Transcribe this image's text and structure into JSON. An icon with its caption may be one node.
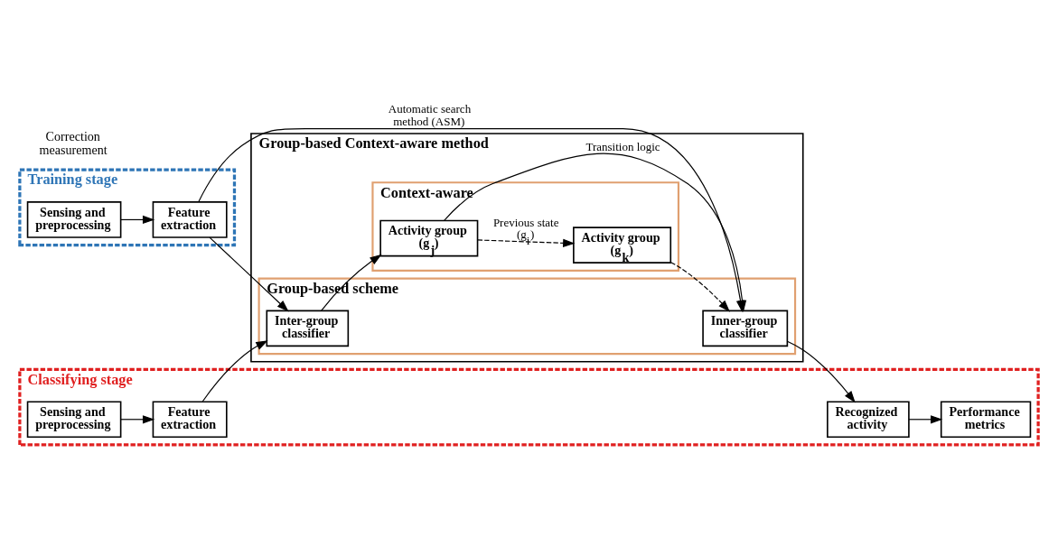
{
  "diagram": {
    "nodes": [
      {
        "text": [
          "Training stage"
        ]
      },
      {
        "text": [
          "Sensing and preprocessing"
        ],
        "in": 0
      },
      {
        "text": [
          "Feature extraction"
        ],
        "in": 0
      },
      {
        "text": [
          "Classifying stage"
        ]
      },
      {
        "text": [
          "Sensing and preprocessing"
        ],
        "in": 3
      },
      {
        "text": [
          "Feature extraction"
        ],
        "in": 3
      },
      {
        "text": [
          "Recognized activity"
        ],
        "in": 3
      },
      {
        "text": [
          "Performance metrics"
        ],
        "in": 3
      },
      {
        "text": [
          "Group-based Context-aware method"
        ]
      },
      {
        "text": [
          "Group-based scheme"
        ],
        "in": 8
      },
      {
        "text": [
          "Inter-group classifier"
        ],
        "in": 9
      },
      {
        "text": [
          "Inner-group classifier"
        ],
        "in": 9
      },
      {
        "text": [
          "Context-aware"
        ],
        "in": 8
      },
      {
        "text": [
          "Activity group (g$_{j}$)"
        ],
        "in": 12
      },
      {
        "text": [
          "Activity group (g$_{k}$)"
        ],
        "in": 12
      }
    ],
    "edges": [
      {
        "from": 1,
        "to": 2,
        "arrow": "to"
      },
      {
        "from": 2,
        "to": 10,
        "arrow": "to"
      },
      {
        "from": 2,
        "to": 11,
        "arrow": "to",
        "label": "Automatic search method (ASM)"
      },
      {
        "from": 4,
        "to": 5,
        "arrow": "to"
      },
      {
        "from": 5,
        "to": 10,
        "arrow": "to"
      },
      {
        "from": 10,
        "to": 13,
        "arrow": "to"
      },
      {
        "from": 13,
        "to": 11,
        "arrow": "to",
        "label": "Transition logic"
      },
      {
        "from": 13,
        "to": 14,
        "arrow": "to",
        "style": "dashed",
        "label": "Previous state (g$_{i}$)"
      },
      {
        "from": 14,
        "to": 11,
        "arrow": "to",
        "style": "dashed"
      },
      {
        "from": 11,
        "to": 6,
        "arrow": "to"
      },
      {
        "from": 6,
        "to": 7,
        "arrow": "to"
      }
    ],
    "labels": [
      "Correction measurement"
    ]
  }
}
